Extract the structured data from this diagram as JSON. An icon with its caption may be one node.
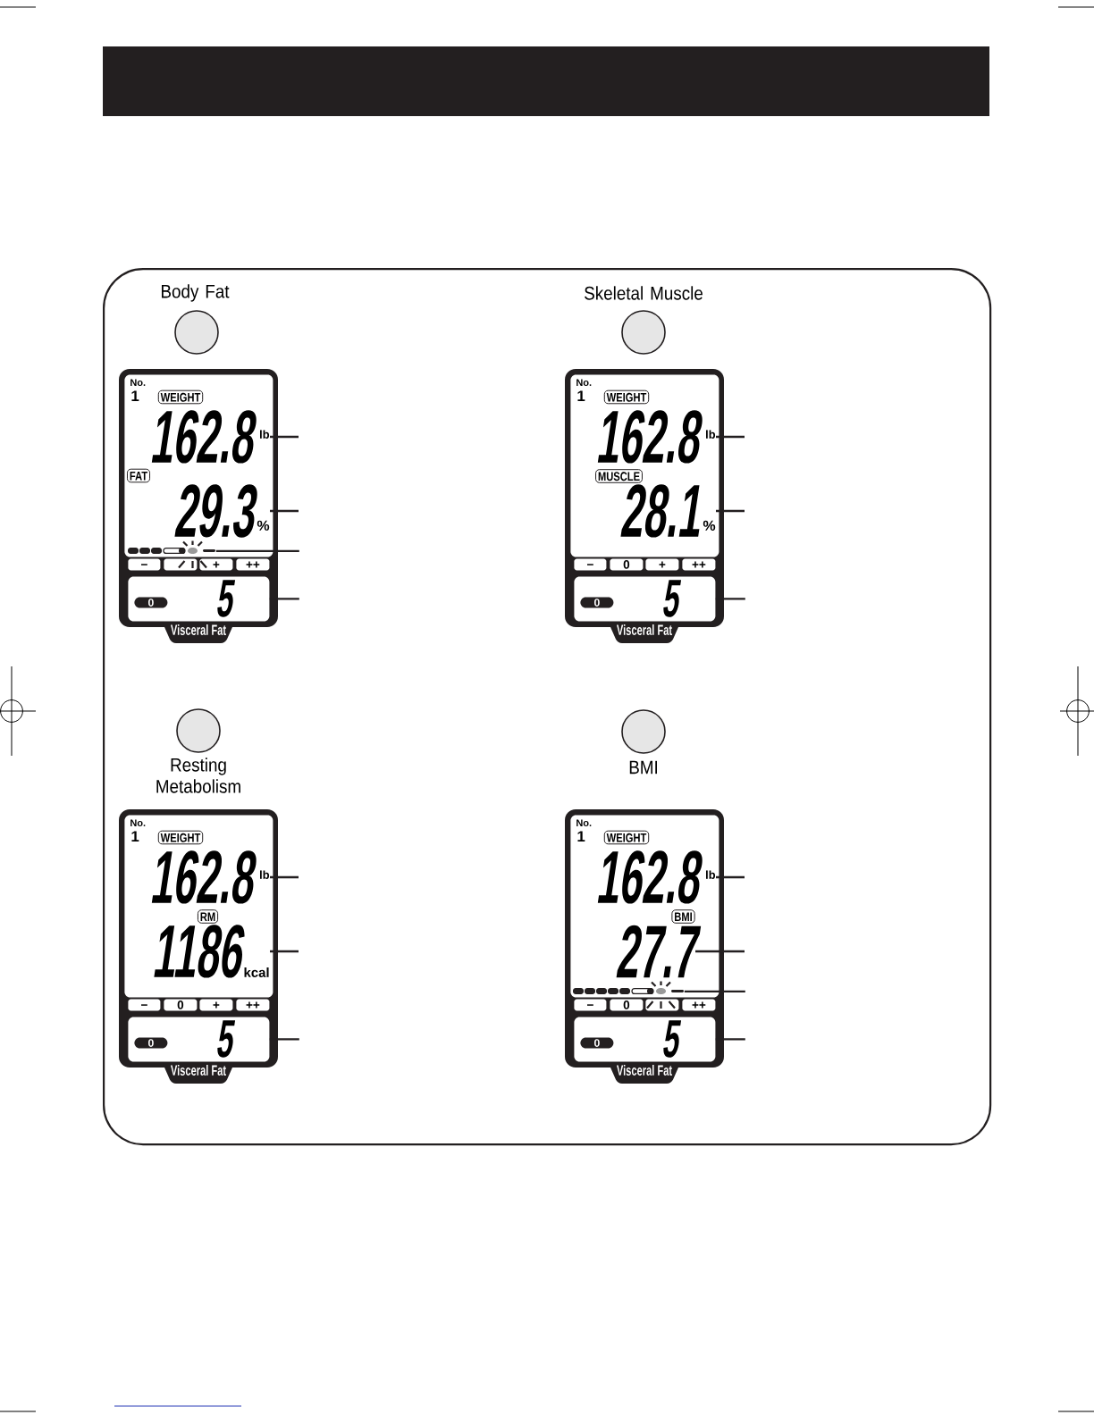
{
  "diagram": {
    "nodes": [
      {
        "text": [],
        "shape": "box"
      },
      {
        "text": [
          "Visceral Fat"
        ],
        "in": 0
      },
      {
        "text": [
          "No.",
          "1"
        ],
        "in": 1
      },
      {
        "text": [
          "WEIGHT"
        ],
        "in": 2
      },
      {
        "text": [
          "162.8",
          "lb"
        ],
        "in": 2
      },
      {
        "text": [
          "FAT"
        ],
        "in": 2
      },
      {
        "text": [
          "29.3",
          "%"
        ],
        "in": 2
      },
      {
        "text": [],
        "shape": "bar",
        "in": 2
      },
      {
        "text": [
          "−"
        ],
        "in": 1
      },
      {
        "text": [],
        "shape": "box",
        "in": 1
      },
      {
        "text": [
          "+"
        ],
        "in": 1
      },
      {
        "text": [
          "++"
        ],
        "in": 1
      },
      {
        "text": [
          "5"
        ],
        "in": 1
      },
      {
        "text": [
          "0"
        ],
        "in": 12
      },
      {
        "text": [
          "Visceral Fat"
        ],
        "in": 0
      },
      {
        "text": [
          "No.",
          "1"
        ],
        "in": 14
      },
      {
        "text": [
          "WEIGHT"
        ],
        "in": 15
      },
      {
        "text": [
          "162.8",
          "lb"
        ],
        "in": 15
      },
      {
        "text": [
          "MUSCLE"
        ],
        "in": 15
      },
      {
        "text": [
          "28.1",
          "%"
        ],
        "in": 15
      },
      {
        "text": [
          "−"
        ],
        "in": 14
      },
      {
        "text": [
          "0"
        ],
        "in": 14
      },
      {
        "text": [
          "+"
        ],
        "in": 14
      },
      {
        "text": [
          "++"
        ],
        "in": 14
      },
      {
        "text": [
          "5"
        ],
        "in": 14
      },
      {
        "text": [
          "0"
        ],
        "in": 24
      },
      {
        "text": [
          "Visceral Fat"
        ],
        "in": 0
      },
      {
        "text": [
          "No.",
          "1"
        ],
        "in": 26
      },
      {
        "text": [
          "WEIGHT"
        ],
        "in": 27
      },
      {
        "text": [
          "162.8",
          "lb"
        ],
        "in": 27
      },
      {
        "text": [
          "RM"
        ],
        "in": 27
      },
      {
        "text": [
          "1186",
          "kcal"
        ],
        "in": 27
      },
      {
        "text": [
          "−"
        ],
        "in": 26
      },
      {
        "text": [
          "0"
        ],
        "in": 26
      },
      {
        "text": [
          "+"
        ],
        "in": 26
      },
      {
        "text": [
          "++"
        ],
        "in": 26
      },
      {
        "text": [
          "5"
        ],
        "in": 26
      },
      {
        "text": [
          "0"
        ],
        "in": 36
      },
      {
        "text": [
          "Visceral Fat"
        ],
        "in": 0
      },
      {
        "text": [
          "No.",
          "1"
        ],
        "in": 38
      },
      {
        "text": [
          "WEIGHT"
        ],
        "in": 39
      },
      {
        "text": [
          "162.8",
          "lb"
        ],
        "in": 39
      },
      {
        "text": [
          "BMI"
        ],
        "in": 39
      },
      {
        "text": [
          "27.7"
        ],
        "in": 39
      },
      {
        "text": [],
        "shape": "bar",
        "in": 39
      },
      {
        "text": [
          "−"
        ],
        "in": 38
      },
      {
        "text": [
          "0"
        ],
        "in": 38
      },
      {
        "text": [],
        "shape": "box",
        "in": 38
      },
      {
        "text": [
          "++"
        ],
        "in": 38
      },
      {
        "text": [
          "5"
        ],
        "in": 38
      },
      {
        "text": [
          "0"
        ],
        "in": 49
      }
    ],
    "edges": [
      {
        "from": null,
        "to": 4,
        "arrow": "none"
      },
      {
        "from": null,
        "to": 6,
        "arrow": "none"
      },
      {
        "from": null,
        "to": 7,
        "arrow": "none"
      },
      {
        "from": null,
        "to": 12,
        "arrow": "none"
      },
      {
        "from": null,
        "to": 17,
        "arrow": "none"
      },
      {
        "from": null,
        "to": 19,
        "arrow": "none"
      },
      {
        "from": null,
        "to": 24,
        "arrow": "none"
      },
      {
        "from": null,
        "to": 29,
        "arrow": "none"
      },
      {
        "from": null,
        "to": 31,
        "arrow": "none"
      },
      {
        "from": null,
        "to": 36,
        "arrow": "none"
      },
      {
        "from": null,
        "to": 41,
        "arrow": "none"
      },
      {
        "from": null,
        "to": 43,
        "arrow": "none"
      },
      {
        "from": null,
        "to": 44,
        "arrow": "none"
      },
      {
        "from": null,
        "to": 49,
        "arrow": "none"
      }
    ],
    "labels": [
      "Body Fat",
      "Skeletal Muscle",
      "Resting Metabolism",
      "BMI"
    ]
  }
}
